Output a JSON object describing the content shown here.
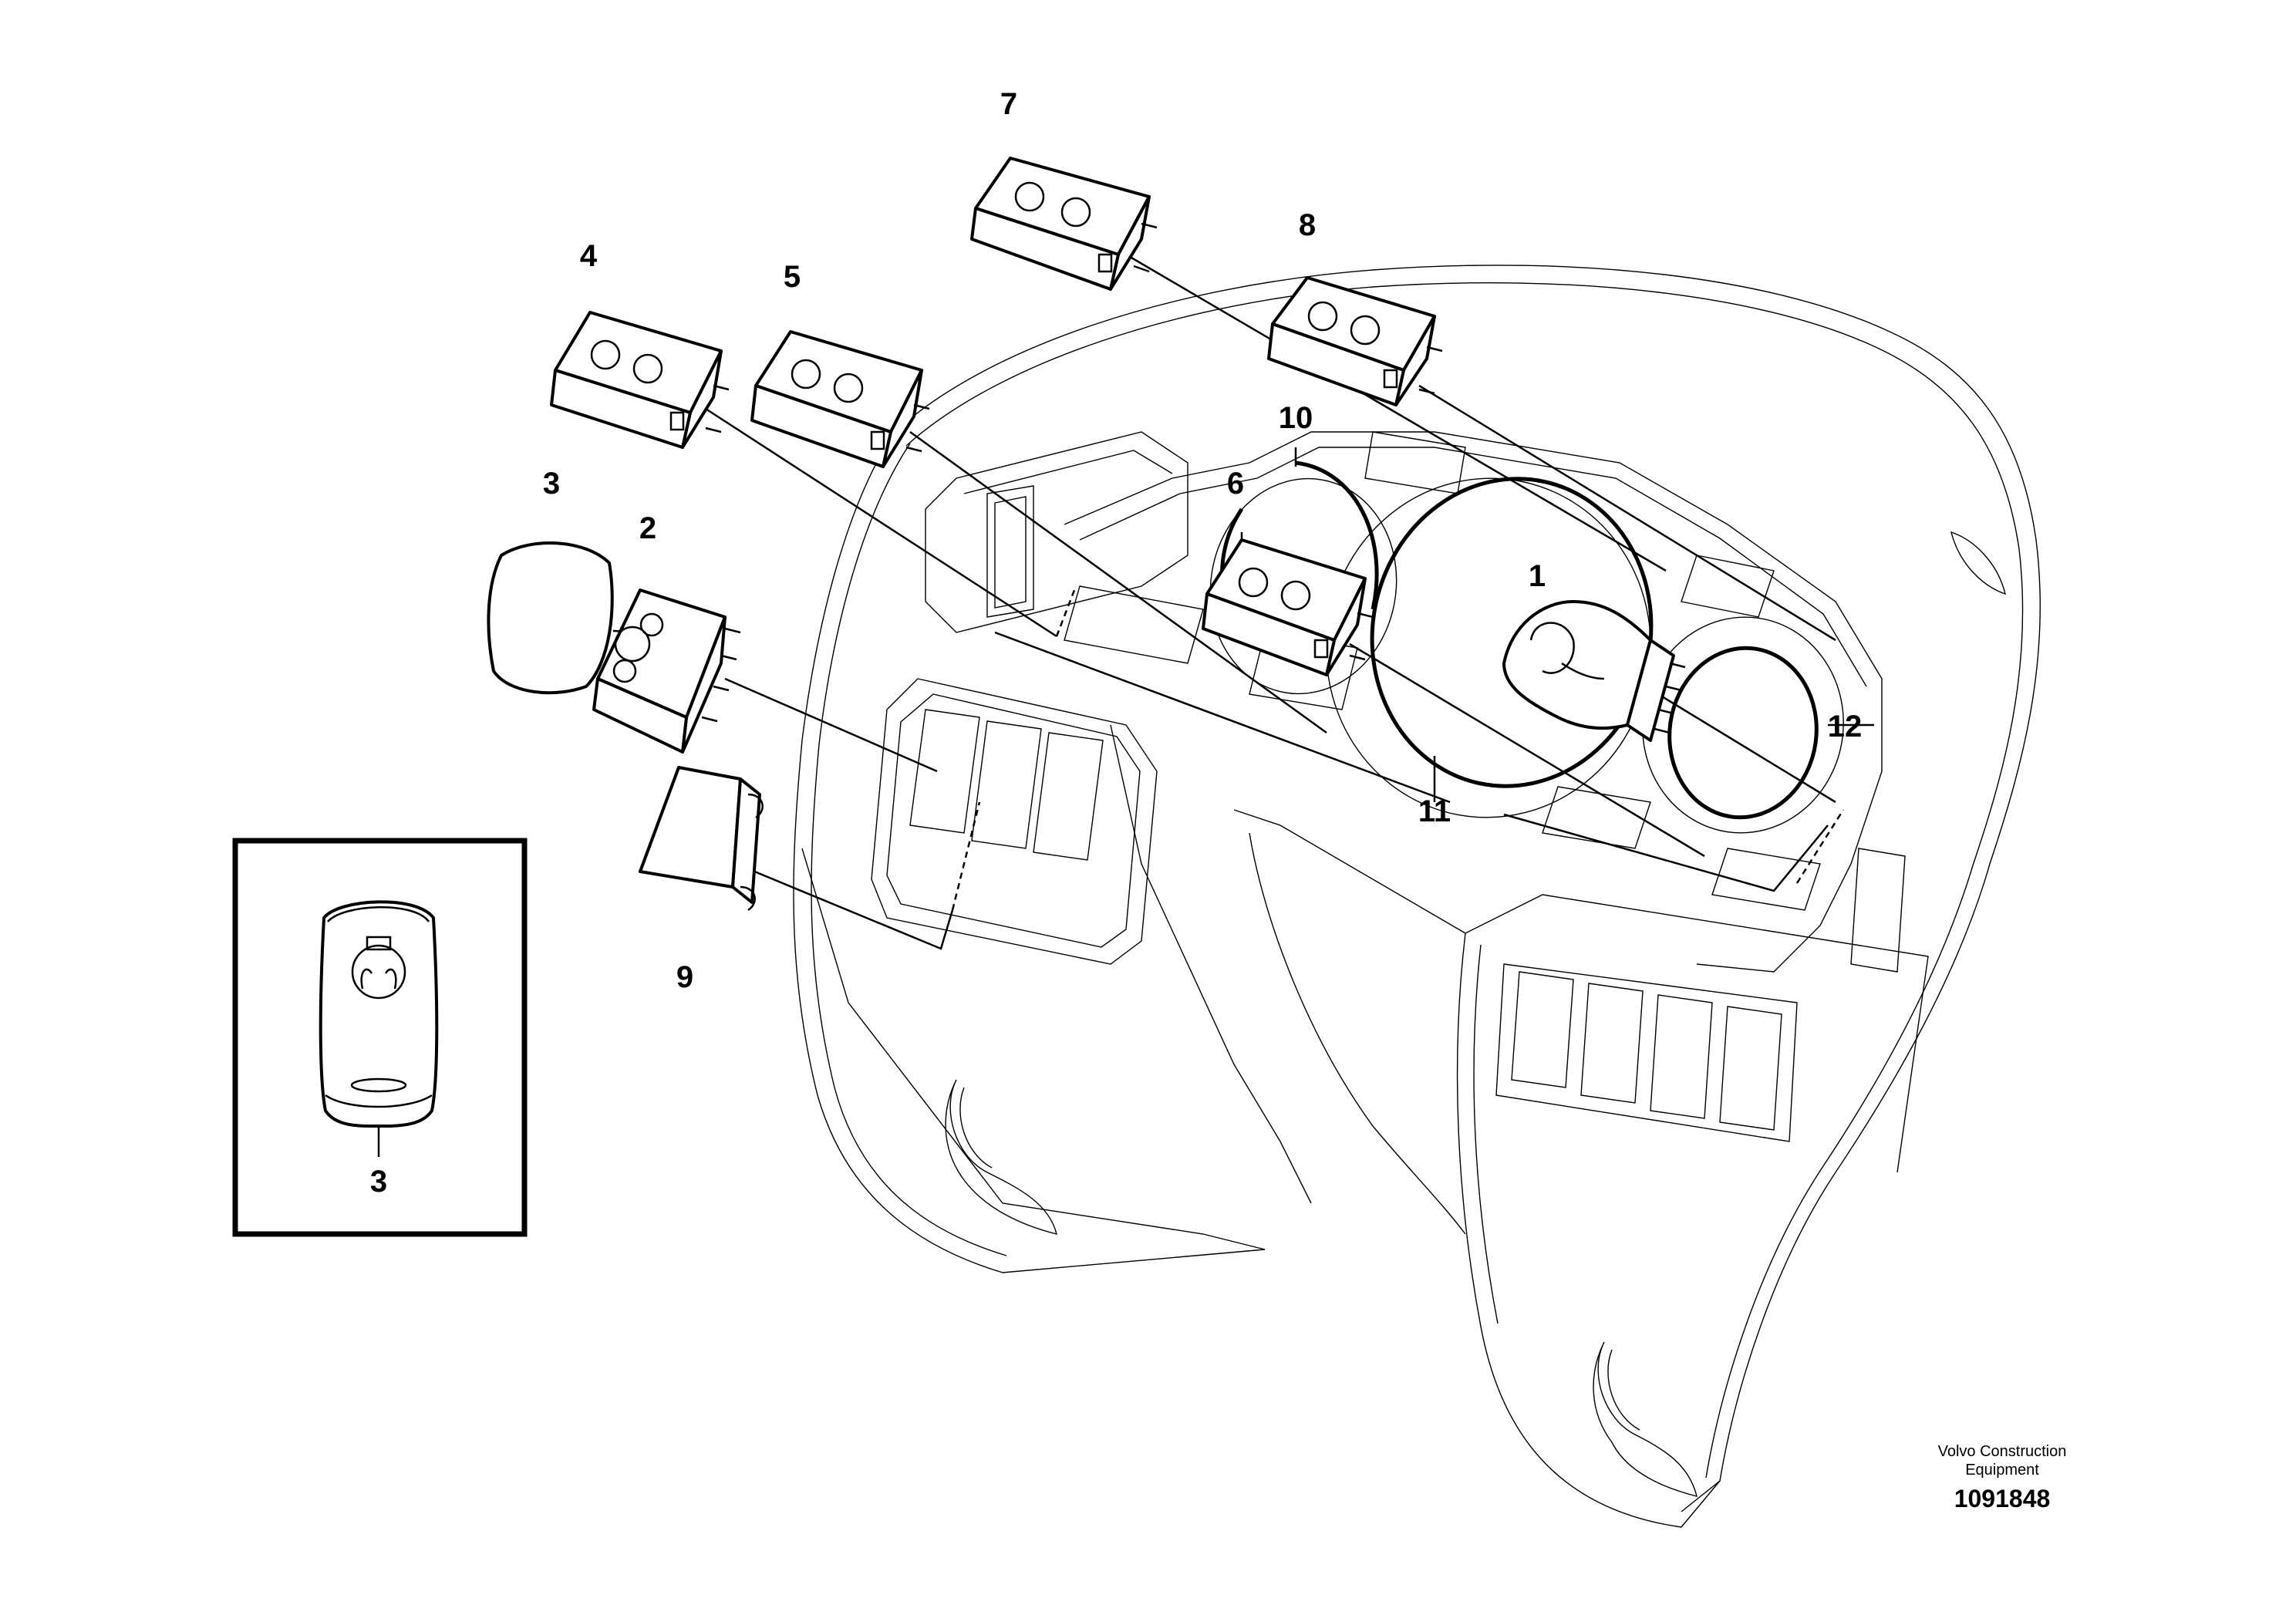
{
  "callouts": [
    {
      "id": "1",
      "label": "1"
    },
    {
      "id": "2",
      "label": "2"
    },
    {
      "id": "3a",
      "label": "3"
    },
    {
      "id": "3b",
      "label": "3"
    },
    {
      "id": "4",
      "label": "4"
    },
    {
      "id": "5",
      "label": "5"
    },
    {
      "id": "6",
      "label": "6"
    },
    {
      "id": "7",
      "label": "7"
    },
    {
      "id": "8",
      "label": "8"
    },
    {
      "id": "9",
      "label": "9"
    },
    {
      "id": "10",
      "label": "10"
    },
    {
      "id": "11",
      "label": "11"
    },
    {
      "id": "12",
      "label": "12"
    }
  ],
  "footer": {
    "line1": "Volvo Construction",
    "line2": "Equipment",
    "number": "1091848"
  }
}
